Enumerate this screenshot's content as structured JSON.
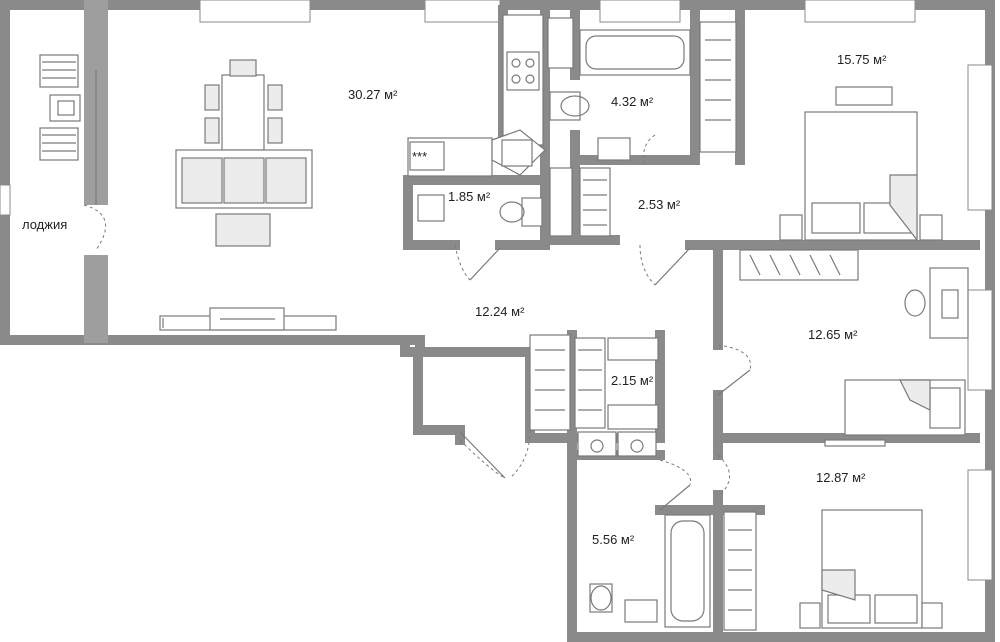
{
  "plan": {
    "rooms": [
      {
        "id": "loggia",
        "label": "лоджия"
      },
      {
        "id": "living",
        "label": "30.27 м²"
      },
      {
        "id": "bath1",
        "label": "4.32 м²"
      },
      {
        "id": "wc",
        "label": "1.85 м²"
      },
      {
        "id": "closet1",
        "label": "2.53 м²"
      },
      {
        "id": "bedroom1",
        "label": "15.75 м²"
      },
      {
        "id": "hall",
        "label": "12.24 м²"
      },
      {
        "id": "bedroom2",
        "label": "12.65 м²"
      },
      {
        "id": "closet2",
        "label": "2.15 м²"
      },
      {
        "id": "bedroom3",
        "label": "12.87 м²"
      },
      {
        "id": "bath2",
        "label": "5.56 м²"
      }
    ],
    "stove_label": "***"
  }
}
